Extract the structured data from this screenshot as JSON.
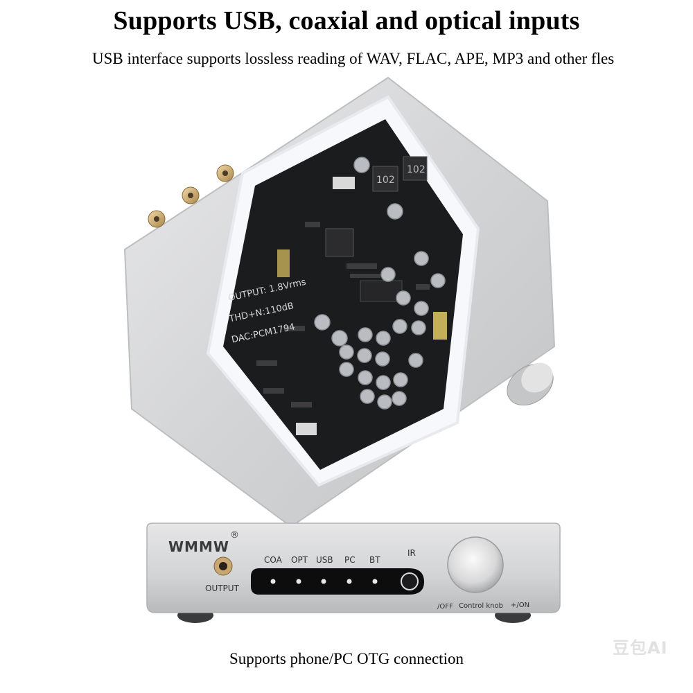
{
  "headline": "Supports USB, coaxial and optical inputs",
  "subheadline": "USB interface supports lossless reading of WAV, FLAC, APE, MP3 and other fles",
  "footer": "Supports phone/PC OTG connection",
  "watermark": "豆包AI",
  "board": {
    "spec_lines": [
      "OUTPUT: 1.8Vrms",
      "THD+N:110dB",
      "DAC:PCM1794"
    ],
    "chip_labels": [
      "102",
      "102"
    ]
  },
  "front_panel": {
    "brand": "WMMW",
    "registered": "®",
    "output_label": "OUTPUT",
    "inputs": [
      "COA",
      "OPT",
      "USB",
      "PC",
      "BT"
    ],
    "ir_label": "IR",
    "off_label": "/OFF",
    "knob_label": "Control knob",
    "on_label": "+/ON"
  }
}
